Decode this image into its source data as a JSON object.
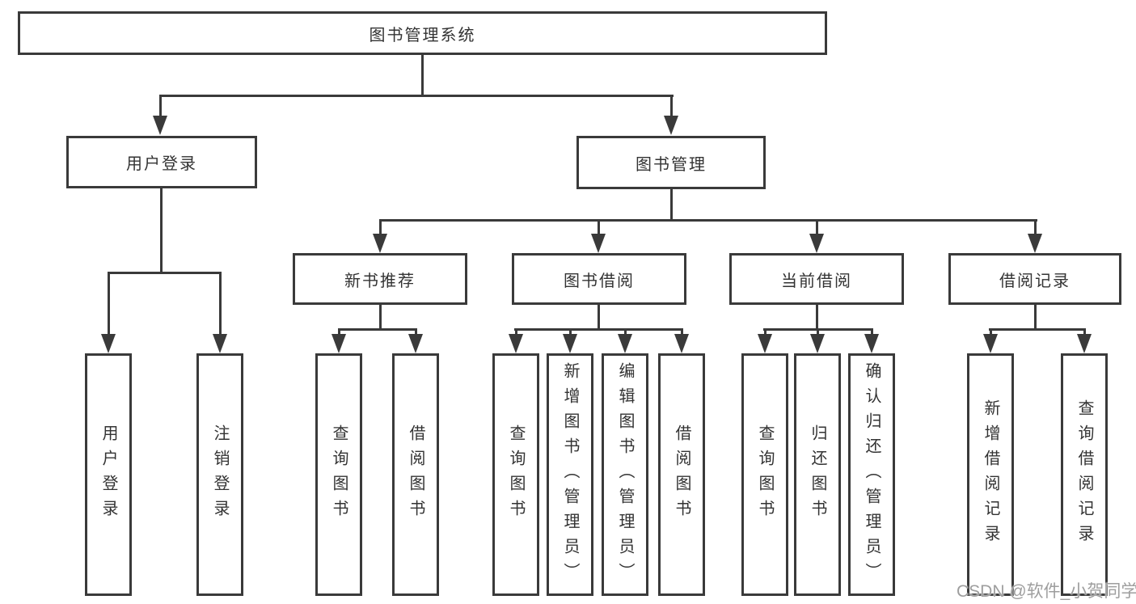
{
  "nodes": {
    "root": "图书管理系统",
    "user_login": "用户登录",
    "book_management": "图书管理",
    "new_book_recommend": "新书推荐",
    "book_borrow": "图书借阅",
    "current_borrow": "当前借阅",
    "borrow_records": "借阅记录"
  },
  "leaves": {
    "user_login": [
      "用户登录",
      "注销登录"
    ],
    "new_book_recommend": [
      "查询图书",
      "借阅图书"
    ],
    "book_borrow": [
      "查询图书",
      "新增图书（管理员）",
      "编辑图书（管理员）",
      "借阅图书"
    ],
    "current_borrow": [
      "查询图书",
      "归还图书",
      "确认归还（管理员）"
    ],
    "borrow_records": [
      "新增借阅记录",
      "查询借阅记录"
    ]
  },
  "watermark": "CSDN @软件_小贺同学",
  "colors": {
    "line": "#3a3a3a",
    "text": "#333333",
    "watermark": "#9e9e9e",
    "background": "#ffffff"
  }
}
